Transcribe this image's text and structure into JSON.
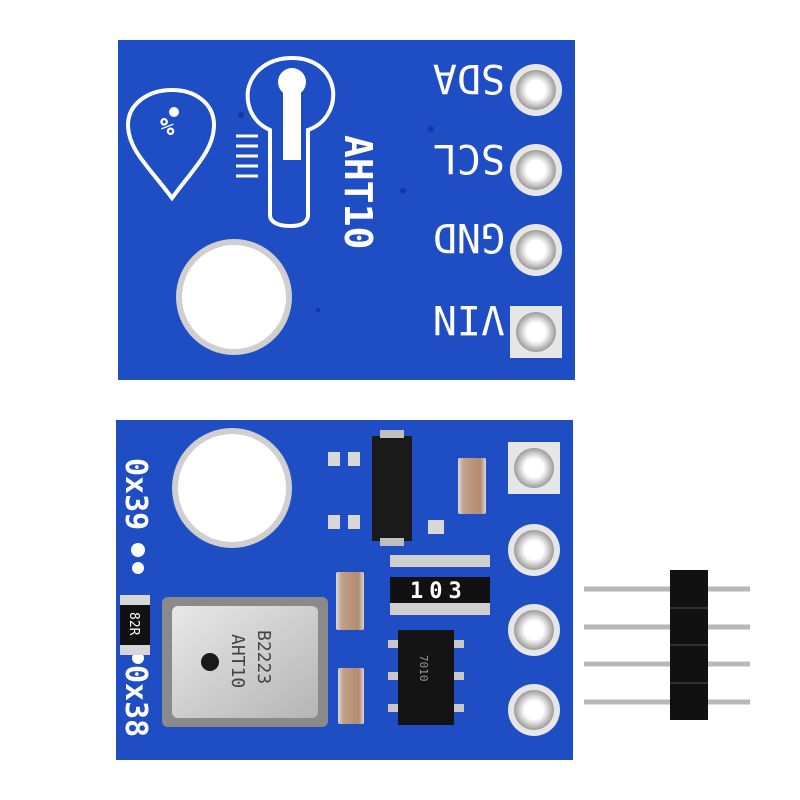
{
  "board_top": {
    "chip_label": "AHT10",
    "pins": [
      "SDA",
      "SCL",
      "GND",
      "VIN"
    ]
  },
  "board_bottom": {
    "side_labels": [
      "0x38",
      "0x39"
    ],
    "resistor_marking": "103",
    "chip_marking": "7010",
    "sensor_lines": [
      "AHT10",
      "B2223"
    ],
    "small_resistor_marking": "82R"
  },
  "colors": {
    "pcb_blue": "#1f4ec4",
    "silkscreen": "#ffffff",
    "background": "#ffffff",
    "header_plastic": "#111111",
    "header_pins": "#b8b8b8"
  }
}
